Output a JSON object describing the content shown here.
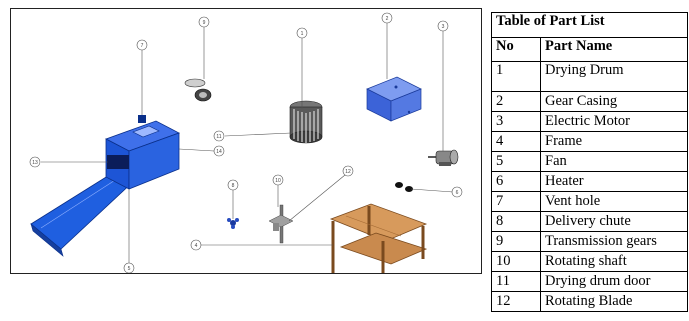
{
  "table": {
    "caption": "Table of Part List",
    "headers": [
      "No",
      "Part Name"
    ],
    "rows": [
      {
        "no": "1",
        "name": "Drying Drum"
      },
      {
        "no": "2",
        "name": "Gear Casing"
      },
      {
        "no": "3",
        "name": "Electric Motor"
      },
      {
        "no": "4",
        "name": "Frame"
      },
      {
        "no": "5",
        "name": "Fan"
      },
      {
        "no": "6",
        "name": "Heater"
      },
      {
        "no": "7",
        "name": "Vent hole"
      },
      {
        "no": "8",
        "name": "Delivery chute"
      },
      {
        "no": "9",
        "name": "Transmission gears"
      },
      {
        "no": "10",
        "name": "Rotating shaft"
      },
      {
        "no": "11",
        "name": "Drying drum door"
      },
      {
        "no": "12",
        "name": "Rotating Blade"
      }
    ]
  },
  "callouts": {
    "c1": "1",
    "c2": "2",
    "c3": "3",
    "c4": "4",
    "c5": "5",
    "c6": "6",
    "c7": "7",
    "c8": "8",
    "c9": "9",
    "c10": "10",
    "c11": "11",
    "c12": "12",
    "c13": "13",
    "c14": "14"
  },
  "colors": {
    "chute_blue": "#1f5fe0",
    "casing_blue": "#4f7fe6",
    "wood": "#c98a4e",
    "drum_gray": "#5a5a5a",
    "motor_gray": "#888888"
  }
}
